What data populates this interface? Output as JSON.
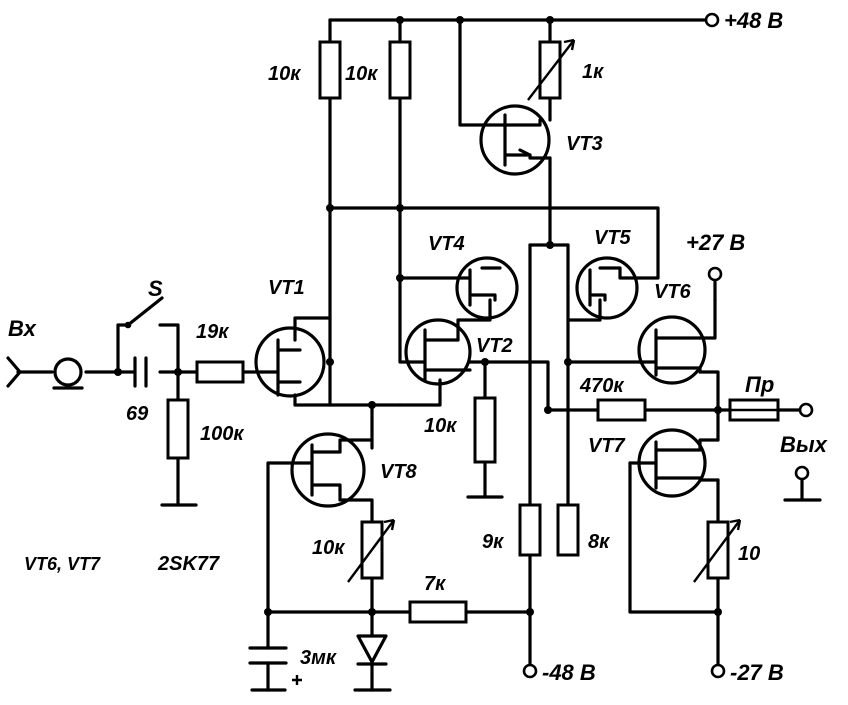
{
  "rails": {
    "plus48": "+48 В",
    "plus27": "+27 В",
    "minus48": "-48 В",
    "minus27": "-27 В"
  },
  "terminals": {
    "input": "Вх",
    "output": "Вых",
    "switch": "S",
    "fuse": "Пр"
  },
  "transistors": [
    "VT1",
    "VT2",
    "VT3",
    "VT4",
    "VT5",
    "VT6",
    "VT7",
    "VT8"
  ],
  "resistors": {
    "r_top_left": "10к",
    "r_top_right": "10к",
    "r_vt3_trim": "1к",
    "r_input_series": "19к",
    "r_input_shunt": "100к",
    "r_vt2_gate": "10к",
    "r_feedback": "470к",
    "r_9k": "9к",
    "r_8k": "8к",
    "r_vt8_trim": "10к",
    "r_7k": "7к",
    "r_vt7_trim": "10"
  },
  "capacitors": {
    "c_input": "69",
    "c_bias": "3мк"
  },
  "note": {
    "devices": "VT6, VT7",
    "part": "2SK77"
  }
}
